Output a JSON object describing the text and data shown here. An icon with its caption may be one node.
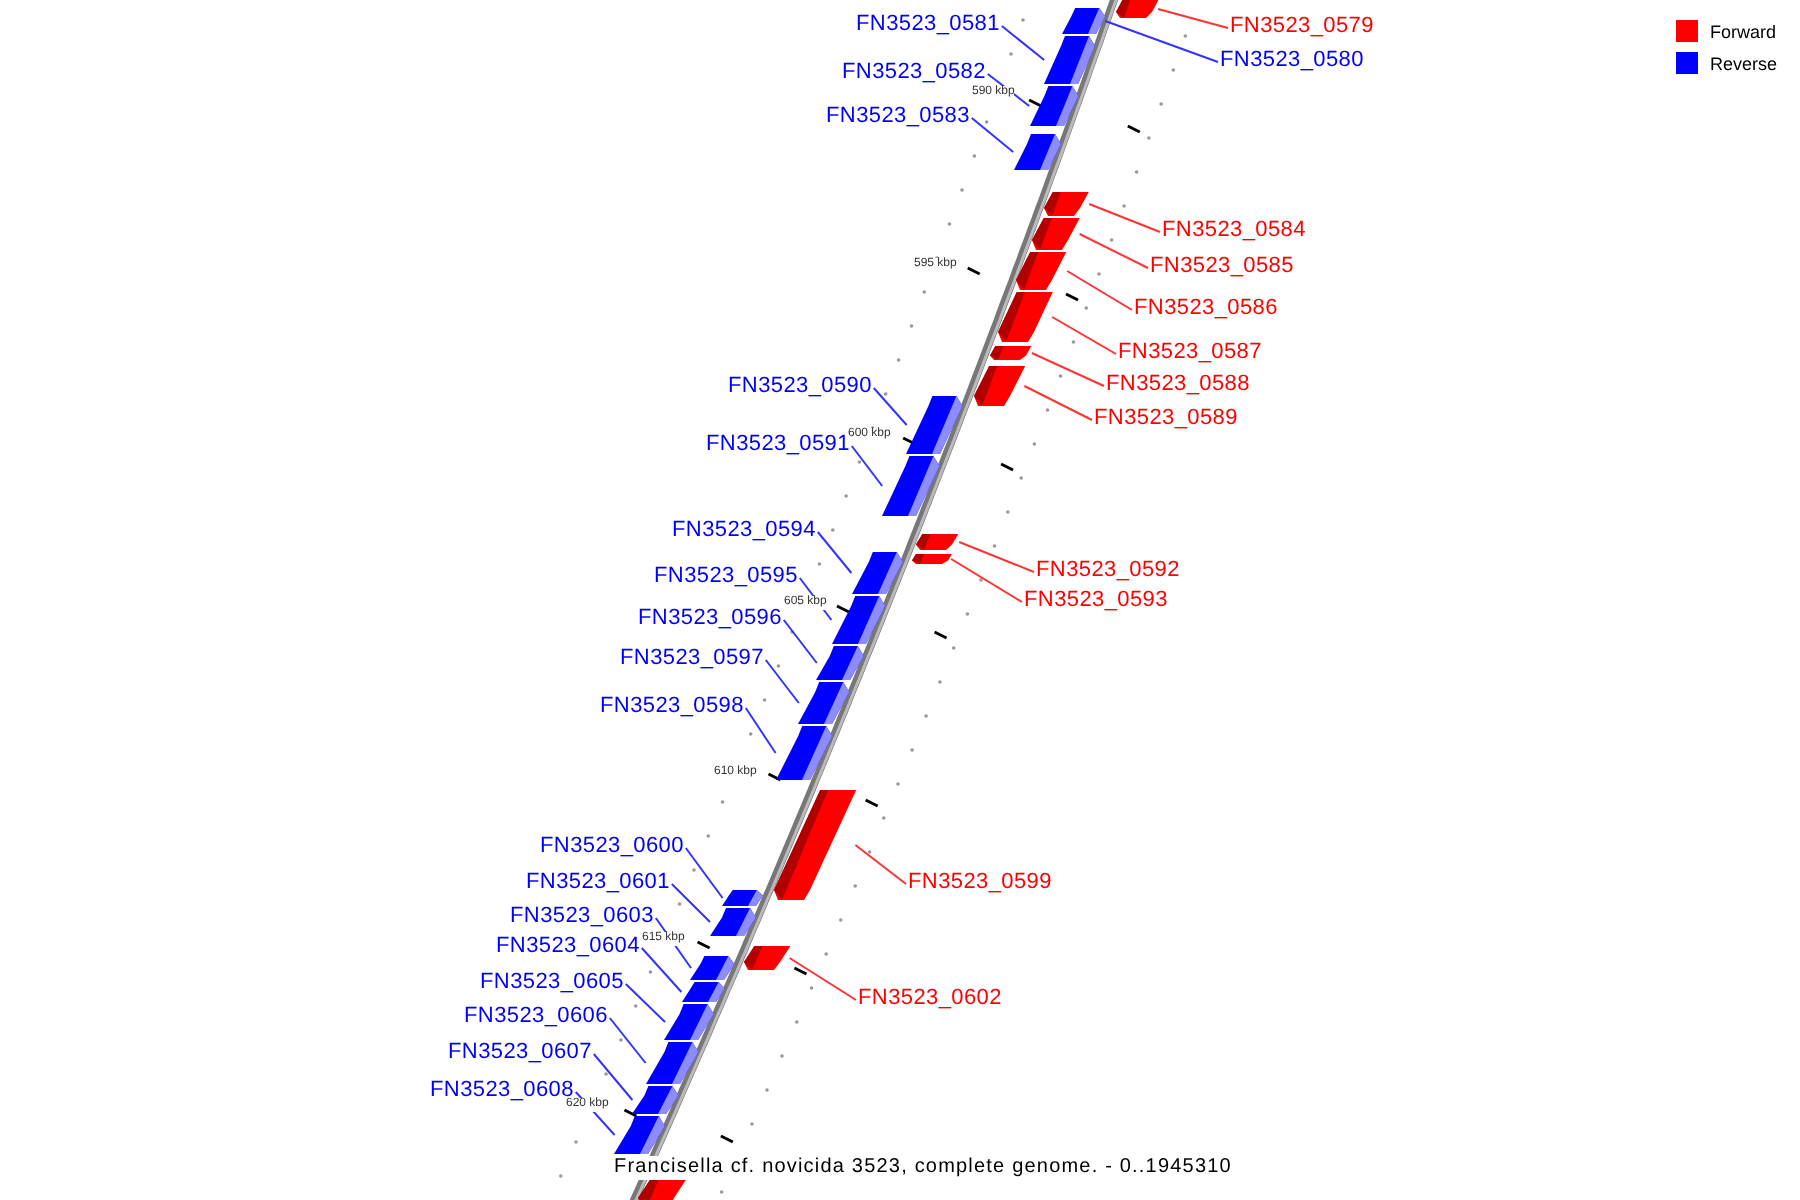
{
  "diagram": {
    "caption": "Francisella cf. novicida 3523, complete genome. - 0..1945310",
    "nodes": [
      {
        "text": [
          "FN3523_0579"
        ]
      },
      {
        "text": [],
        "shape": "box"
      },
      {
        "text": [
          "FN3523_0580"
        ]
      },
      {
        "text": [],
        "shape": "box"
      },
      {
        "text": [
          "FN3523_0581"
        ]
      },
      {
        "text": [],
        "shape": "box"
      },
      {
        "text": [
          "FN3523_0582"
        ]
      },
      {
        "text": [],
        "shape": "box"
      },
      {
        "text": [
          "FN3523_0583"
        ]
      },
      {
        "text": [],
        "shape": "box"
      },
      {
        "text": [
          "FN3523_0584"
        ]
      },
      {
        "text": [],
        "shape": "box"
      },
      {
        "text": [
          "FN3523_0585"
        ]
      },
      {
        "text": [],
        "shape": "box"
      },
      {
        "text": [
          "FN3523_0586"
        ]
      },
      {
        "text": [],
        "shape": "box"
      },
      {
        "text": [
          "FN3523_0587"
        ]
      },
      {
        "text": [],
        "shape": "box"
      },
      {
        "text": [
          "FN3523_0588"
        ]
      },
      {
        "text": [],
        "shape": "box"
      },
      {
        "text": [
          "FN3523_0589"
        ]
      },
      {
        "text": [],
        "shape": "box"
      },
      {
        "text": [
          "FN3523_0590"
        ]
      },
      {
        "text": [],
        "shape": "box"
      },
      {
        "text": [
          "FN3523_0591"
        ]
      },
      {
        "text": [],
        "shape": "box"
      },
      {
        "text": [
          "FN3523_0592"
        ]
      },
      {
        "text": [],
        "shape": "box"
      },
      {
        "text": [
          "FN3523_0593"
        ]
      },
      {
        "text": [],
        "shape": "box"
      },
      {
        "text": [
          "FN3523_0594"
        ]
      },
      {
        "text": [],
        "shape": "box"
      },
      {
        "text": [
          "FN3523_0595"
        ]
      },
      {
        "text": [],
        "shape": "box"
      },
      {
        "text": [
          "FN3523_0596"
        ]
      },
      {
        "text": [],
        "shape": "box"
      },
      {
        "text": [
          "FN3523_0597"
        ]
      },
      {
        "text": [],
        "shape": "box"
      },
      {
        "text": [
          "FN3523_0598"
        ]
      },
      {
        "text": [],
        "shape": "box"
      },
      {
        "text": [
          "FN3523_0599"
        ]
      },
      {
        "text": [],
        "shape": "box"
      },
      {
        "text": [
          "FN3523_0600"
        ]
      },
      {
        "text": [],
        "shape": "box"
      },
      {
        "text": [
          "FN3523_0601"
        ]
      },
      {
        "text": [],
        "shape": "box"
      },
      {
        "text": [
          "FN3523_0602"
        ]
      },
      {
        "text": [],
        "shape": "box"
      },
      {
        "text": [
          "FN3523_0603"
        ]
      },
      {
        "text": [],
        "shape": "box"
      },
      {
        "text": [
          "FN3523_0604"
        ]
      },
      {
        "text": [],
        "shape": "box"
      },
      {
        "text": [
          "FN3523_0605"
        ]
      },
      {
        "text": [],
        "shape": "box"
      },
      {
        "text": [
          "FN3523_0606"
        ]
      },
      {
        "text": [],
        "shape": "box"
      },
      {
        "text": [
          "FN3523_0607"
        ]
      },
      {
        "text": [],
        "shape": "box"
      },
      {
        "text": [
          "FN3523_0608"
        ]
      },
      {
        "text": [],
        "shape": "box"
      },
      {
        "text": [],
        "shape": "box"
      }
    ],
    "edges": [
      {
        "from": 0,
        "to": 1,
        "arrow": "none",
        "color": "#ff3333"
      },
      {
        "from": 2,
        "to": 3,
        "arrow": "none"
      },
      {
        "from": 4,
        "to": 5,
        "arrow": "none"
      },
      {
        "from": 6,
        "to": 7,
        "arrow": "none"
      },
      {
        "from": 8,
        "to": 9,
        "arrow": "none"
      },
      {
        "from": 10,
        "to": 11,
        "arrow": "none",
        "color": "#ff3333"
      },
      {
        "from": 12,
        "to": 13,
        "arrow": "none",
        "color": "#ff3333"
      },
      {
        "from": 14,
        "to": 15,
        "arrow": "none",
        "color": "#ff3333"
      },
      {
        "from": 16,
        "to": 17,
        "arrow": "none",
        "color": "#ff3333"
      },
      {
        "from": 18,
        "to": 19,
        "arrow": "none",
        "color": "#ff3333"
      },
      {
        "from": 20,
        "to": 21,
        "arrow": "none",
        "color": "#ff3333"
      },
      {
        "from": 22,
        "to": 23,
        "arrow": "none"
      },
      {
        "from": 24,
        "to": 25,
        "arrow": "none"
      },
      {
        "from": 26,
        "to": 27,
        "arrow": "none",
        "color": "#ff3333"
      },
      {
        "from": 28,
        "to": 29,
        "arrow": "none",
        "color": "#ff3333"
      },
      {
        "from": 30,
        "to": 31,
        "arrow": "none"
      },
      {
        "from": 32,
        "to": 33,
        "arrow": "none"
      },
      {
        "from": 34,
        "to": 35,
        "arrow": "none"
      },
      {
        "from": 36,
        "to": 37,
        "arrow": "none"
      },
      {
        "from": 38,
        "to": 39,
        "arrow": "none"
      },
      {
        "from": 40,
        "to": 41,
        "arrow": "none",
        "color": "#ff3333"
      },
      {
        "from": 42,
        "to": 43,
        "arrow": "none"
      },
      {
        "from": 44,
        "to": 45,
        "arrow": "none"
      },
      {
        "from": 46,
        "to": 47,
        "arrow": "none",
        "color": "#ff3333"
      },
      {
        "from": 48,
        "to": 49,
        "arrow": "none"
      },
      {
        "from": 50,
        "to": 51,
        "arrow": "none"
      },
      {
        "from": 52,
        "to": 53,
        "arrow": "none"
      },
      {
        "from": 54,
        "to": 55,
        "arrow": "none"
      },
      {
        "from": 56,
        "to": 57,
        "arrow": "none"
      },
      {
        "from": 58,
        "to": 59,
        "arrow": "none"
      }
    ],
    "labels": [
      "590 kbp",
      "595 kbp",
      "600 kbp",
      "605 kbp",
      "610 kbp",
      "615 kbp",
      "620 kbp"
    ],
    "legend": [
      {
        "text": "Forward",
        "color": "#ff0000"
      },
      {
        "text": "Reverse",
        "color": "#0000ff"
      }
    ]
  }
}
